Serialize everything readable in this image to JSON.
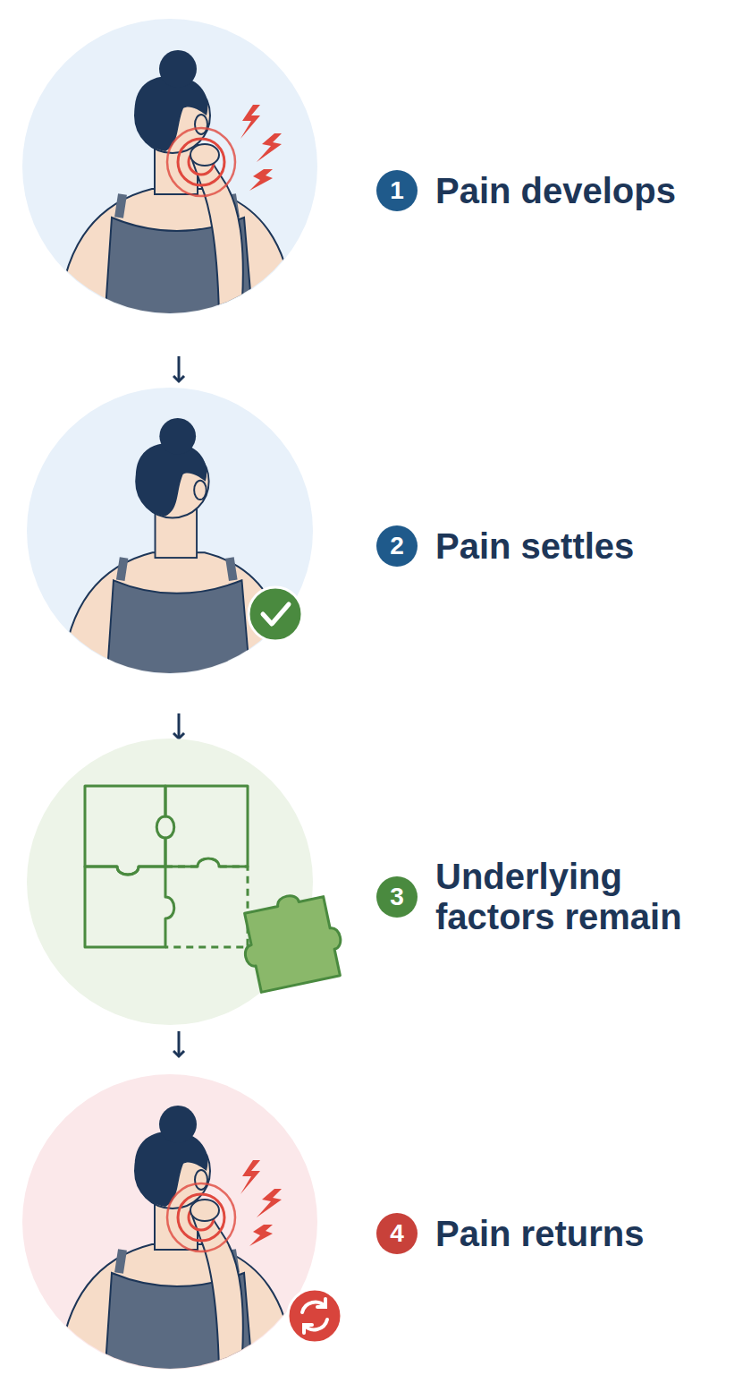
{
  "diagram": {
    "nodes": [
      {
        "text": [
          "1",
          "Pain develops"
        ]
      },
      {
        "text": [
          "2",
          "Pain settles"
        ]
      },
      {
        "text": [
          "3",
          "Underlying factors remain"
        ]
      },
      {
        "text": [
          "4",
          "Pain returns"
        ]
      }
    ]
  }
}
